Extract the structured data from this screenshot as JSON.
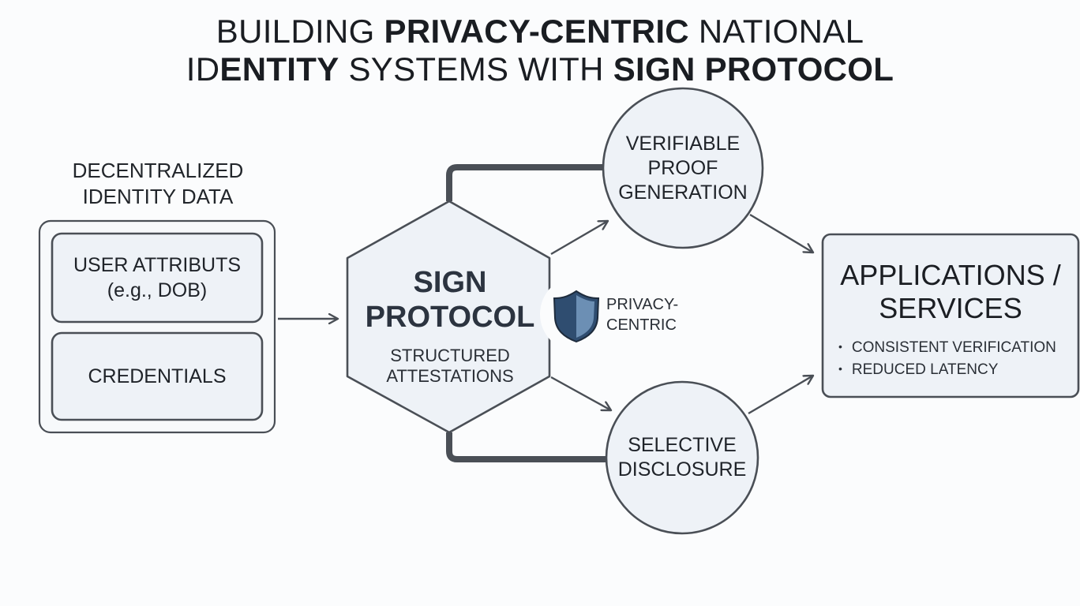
{
  "title": {
    "line1": [
      {
        "text": "BUILDING ",
        "bold": false
      },
      {
        "text": "PRIVACY-CENTRIC",
        "bold": true
      },
      {
        "text": " NATIONAL",
        "bold": false
      }
    ],
    "line2": [
      {
        "text": "ID",
        "bold": false
      },
      {
        "text": "ENTITY",
        "bold": true
      },
      {
        "text": " SYSTEMS WITH ",
        "bold": false
      },
      {
        "text": "SIGN PROTOCOL",
        "bold": true
      }
    ]
  },
  "left_group": {
    "title_line1": "DECENTRALIZED",
    "title_line2": "IDENTITY DATA",
    "attributes_line1": "USER ATTRIBUTS",
    "attributes_line2": "(e.g., DOB)",
    "credentials": "CREDENTIALS"
  },
  "hexagon": {
    "title_line1": "SIGN",
    "title_line2": "PROTOCOL",
    "sub_line1": "STRUCTURED",
    "sub_line2": "ATTESTATIONS"
  },
  "badge": {
    "icon": "shield-icon",
    "line1": "PRIVACY-",
    "line2": "CENTRIC"
  },
  "proof_circle": {
    "line1": "VERIFIABLE",
    "line2": "PROOF",
    "line3": "GENERATION"
  },
  "disclosure_circle": {
    "line1": "SELECTIVE",
    "line2": "DISCLOSURE"
  },
  "applications": {
    "title_line1": "APPLICATIONS /",
    "title_line2": "SERVICES",
    "bullets": [
      "CONSISTENT VERIFICATION",
      "REDUCED LATENCY"
    ]
  },
  "colors": {
    "stroke": "#4a4f56",
    "fill": "#eef2f7",
    "shield_dark": "#2f4d70",
    "shield_light": "#6c8fb4"
  }
}
